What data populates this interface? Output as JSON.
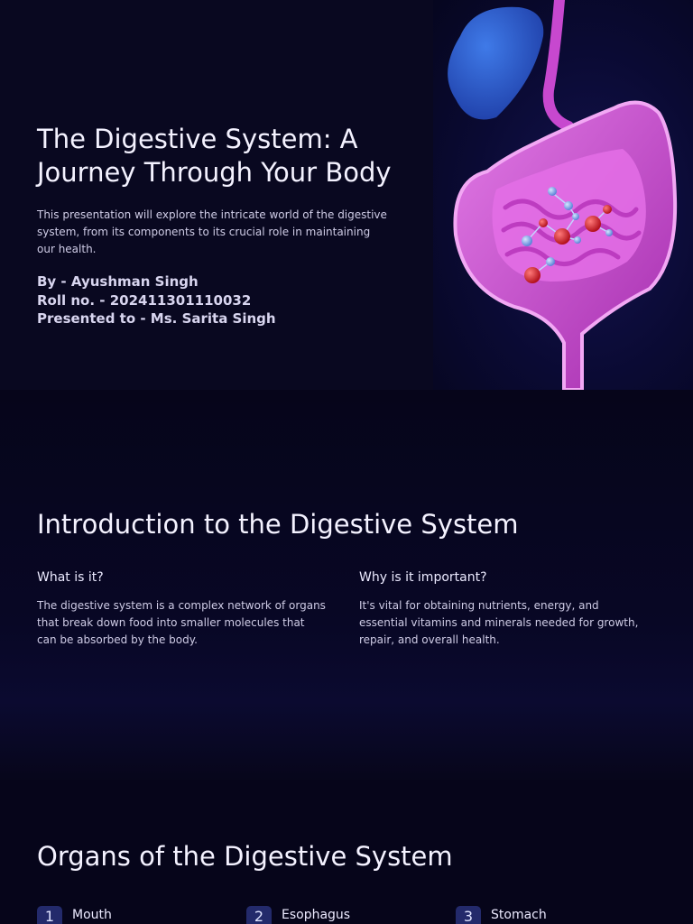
{
  "title_slide": {
    "title": "The Digestive System: A Journey Through Your Body",
    "description": "This presentation will explore the intricate world of the digestive system, from its components to its crucial role in maintaining our health.",
    "author": "By - Ayushman Singh",
    "roll": "Roll no. - 202411301110032",
    "presented_to": "Presented to - Ms. Sarita Singh",
    "image_icon": "digestive-system-illustration"
  },
  "intro_slide": {
    "title": "Introduction to the Digestive System",
    "columns": [
      {
        "heading": "What is it?",
        "text": "The digestive system is a complex network of organs that break down food into smaller molecules that can be absorbed by the body."
      },
      {
        "heading": "Why is it important?",
        "text": "It's vital for obtaining nutrients, energy, and essential vitamins and minerals needed for growth, repair, and overall health."
      }
    ]
  },
  "organs_slide": {
    "title": "Organs of the Digestive System",
    "items": [
      {
        "number": "1",
        "label": "Mouth"
      },
      {
        "number": "2",
        "label": "Esophagus"
      },
      {
        "number": "3",
        "label": "Stomach"
      }
    ]
  },
  "colors": {
    "background": "#07061a",
    "badge": "#232a6b",
    "intestine": "#c23ec8",
    "stomach": "#2e5fd0"
  }
}
